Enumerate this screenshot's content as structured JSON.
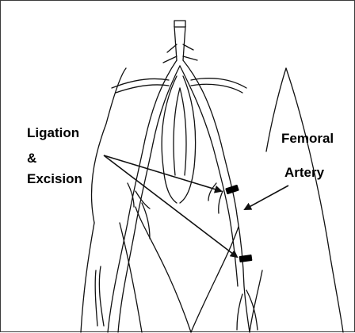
{
  "labels": {
    "ligation": "Ligation",
    "ampersand": "&",
    "excision": "Excision",
    "femoral": "Femoral",
    "artery": "Artery"
  },
  "colors": {
    "line": "#111111",
    "ligature": "#000000",
    "background": "#ffffff"
  }
}
